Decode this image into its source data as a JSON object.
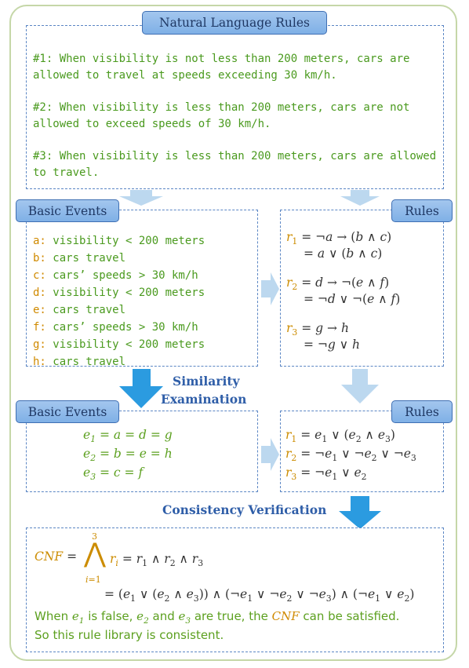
{
  "labels": {
    "natural_language_rules": "Natural Language Rules",
    "basic_events_1": "Basic Events",
    "rules_1": "Rules",
    "basic_events_2": "Basic Events",
    "rules_2": "Rules",
    "similarity_line1": "Similarity",
    "similarity_line2": "Examination",
    "consistency": "Consistency Verification"
  },
  "natural_language_rules": [
    "#1: When visibility is not less than 200 meters, cars are allowed to travel at speeds exceeding 30 km/h.",
    "#2: When visibility is less than 200 meters, cars are not allowed to exceed speeds of 30 km/h.",
    "#3: When visibility is less than 200 meters, cars are allowed to travel."
  ],
  "basic_events": [
    {
      "key": "a:",
      "text": " visibility < 200 meters"
    },
    {
      "key": "b:",
      "text": " cars travel"
    },
    {
      "key": "c:",
      "text": " cars’ speeds > 30 km/h"
    },
    {
      "key": "d:",
      "text": " visibility < 200 meters"
    },
    {
      "key": "e:",
      "text": " cars travel"
    },
    {
      "key": "f:",
      "text": " cars’ speeds > 30 km/h"
    },
    {
      "key": "g:",
      "text": " visibility < 200 meters"
    },
    {
      "key": "h:",
      "text": " cars travel"
    }
  ],
  "colors": {
    "rule_text": "#4a9a1e",
    "event_key": "#d08a00",
    "label_fill": "#8fbaea",
    "label_border": "#3f6fb3",
    "heading": "#2f5ea8",
    "frame": "#c5d7a8",
    "arrow_dark": "#2b9be0",
    "arrow_light": "#bcd8ef"
  },
  "conclusion": {
    "line1_a": "When ",
    "line1_e1": "e",
    "line1_b": " is false, ",
    "line1_e2": "e",
    "line1_c": " and ",
    "line1_e3": "e",
    "line1_d": " are true, the ",
    "line1_cnf": "CNF",
    "line1_e": " can be satisfied.",
    "line2": "So this rule library is consistent."
  }
}
